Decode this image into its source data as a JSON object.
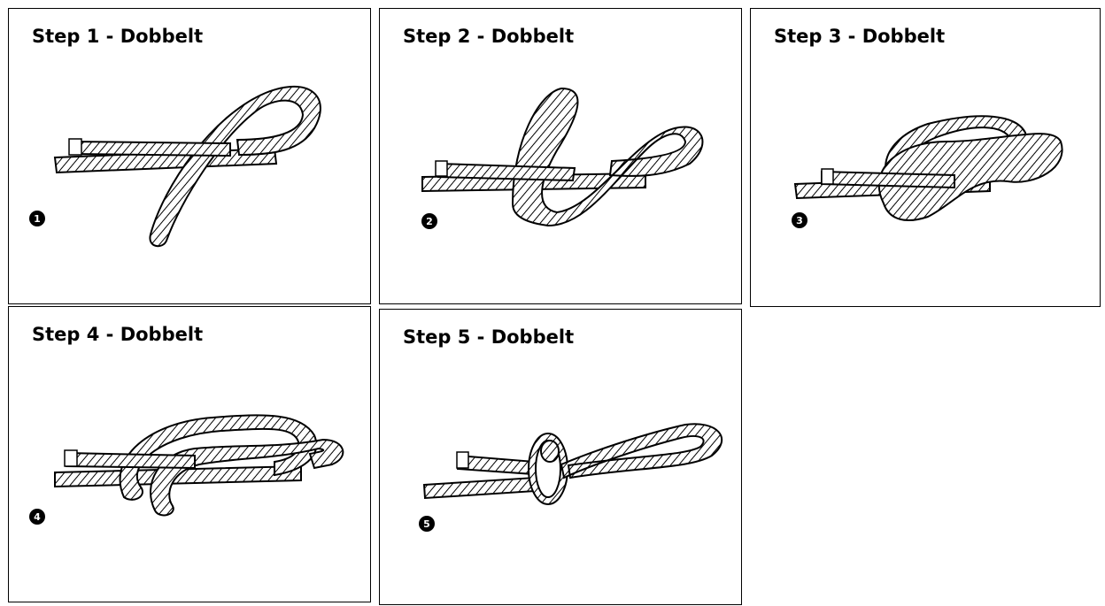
{
  "steps": [
    {
      "title": "Step 1 - Dobbelt",
      "badge": "1"
    },
    {
      "title": "Step 2 - Dobbelt",
      "badge": "2"
    },
    {
      "title": "Step 3 - Dobbelt",
      "badge": "3"
    },
    {
      "title": "Step 4 - Dobbelt",
      "badge": "4"
    },
    {
      "title": "Step 5 - Dobbelt",
      "badge": "5"
    }
  ],
  "colors": {
    "border": "#000000",
    "rope_stroke": "#000000",
    "badge_fill": "#000000",
    "background": "#ffffff"
  }
}
